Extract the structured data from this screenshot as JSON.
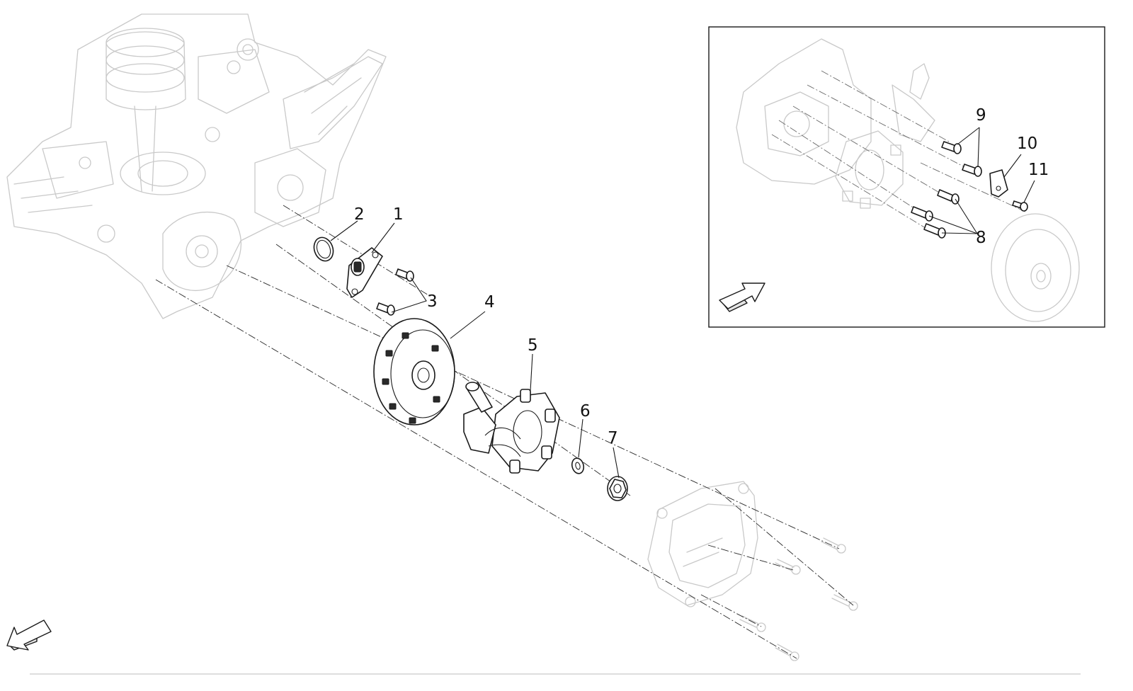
{
  "callouts": [
    {
      "id": "1",
      "label": "1"
    },
    {
      "id": "2",
      "label": "2"
    },
    {
      "id": "3",
      "label": "3"
    },
    {
      "id": "4",
      "label": "4"
    },
    {
      "id": "5",
      "label": "5"
    },
    {
      "id": "6",
      "label": "6"
    },
    {
      "id": "7",
      "label": "7"
    },
    {
      "id": "8",
      "label": "8"
    },
    {
      "id": "9",
      "label": "9"
    },
    {
      "id": "10",
      "label": "10"
    },
    {
      "id": "11",
      "label": "11"
    }
  ],
  "icons": {
    "main_view_arrow": "direction-arrow-icon",
    "inset_view_arrow": "direction-arrow-icon"
  },
  "colors": {
    "line": "#1a1a1a",
    "ghost_line": "#c9c9c9",
    "background": "#ffffff"
  }
}
